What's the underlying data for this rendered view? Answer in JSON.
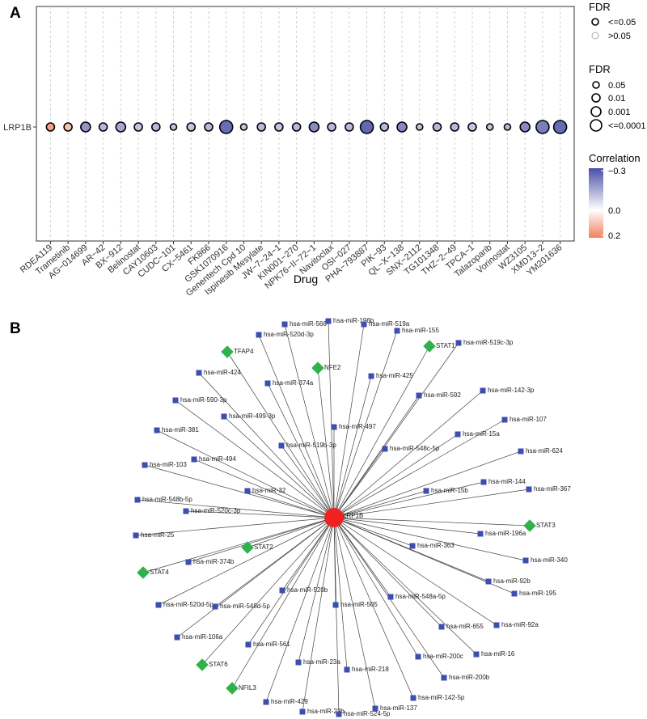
{
  "colors": {
    "neg": "#4a4fa8",
    "mid": "#ffffff",
    "pos": "#f2805f"
  },
  "panels": {
    "a": {
      "label": "A"
    },
    "b": {
      "label": "B"
    }
  },
  "chart_data": [
    {
      "type": "scatter",
      "panel": "A",
      "xlabel": "Drug",
      "ylabel": "",
      "y_categories": [
        "LRP1B"
      ],
      "categories": [
        "RDEA119",
        "Trametinib",
        "AG−014699",
        "AR−42",
        "BX−912",
        "Belinostat",
        "CAY10603",
        "CUDC−101",
        "CX−5461",
        "FK866",
        "GSK1070916",
        "Genentech Cpd 10",
        "Ispinesib Mesylate",
        "JW−7−24−1",
        "KIN001−270",
        "NPK76−II−72−1",
        "Navitoclax",
        "OSI−027",
        "PHA−793887",
        "PIK−93",
        "QL−X−138",
        "SNX−2112",
        "TG101348",
        "THZ−2−49",
        "TPCA−1",
        "Talazoparib",
        "Vorinostat",
        "WZ3105",
        "XMD13−2",
        "YM201636"
      ],
      "series": [
        {
          "correlation": [
            0.15,
            0.1,
            -0.18,
            -0.12,
            -0.15,
            -0.1,
            -0.12,
            -0.1,
            -0.1,
            -0.12,
            -0.25,
            -0.1,
            -0.12,
            -0.1,
            -0.12,
            -0.2,
            -0.12,
            -0.12,
            -0.26,
            -0.12,
            -0.2,
            -0.1,
            -0.12,
            -0.12,
            -0.1,
            -0.1,
            -0.12,
            -0.2,
            -0.22,
            -0.25
          ],
          "fdr_level": [
            "0.01",
            "0.01",
            "0.001",
            "0.01",
            "0.001",
            "0.01",
            "0.01",
            "0.05",
            "0.01",
            "0.01",
            "<=0.0001",
            "0.05",
            "0.01",
            "0.01",
            "0.01",
            "0.001",
            "0.01",
            "0.01",
            "<=0.0001",
            "0.01",
            "0.001",
            "0.05",
            "0.01",
            "0.01",
            "0.01",
            "0.05",
            "0.05",
            "0.001",
            "<=0.0001",
            "<=0.0001"
          ],
          "significance": [
            "<=0.05",
            "<=0.05",
            "<=0.05",
            "<=0.05",
            "<=0.05",
            "<=0.05",
            "<=0.05",
            "<=0.05",
            "<=0.05",
            "<=0.05",
            "<=0.05",
            "<=0.05",
            "<=0.05",
            "<=0.05",
            "<=0.05",
            "<=0.05",
            "<=0.05",
            "<=0.05",
            "<=0.05",
            "<=0.05",
            "<=0.05",
            "<=0.05",
            "<=0.05",
            "<=0.05",
            "<=0.05",
            "<=0.05",
            "<=0.05",
            "<=0.05",
            "<=0.05",
            "<=0.05"
          ]
        }
      ],
      "color_range": [
        -0.3,
        0.2
      ],
      "grid": true,
      "legend": {
        "placement": "right",
        "significance": {
          "title": "FDR",
          "entries": [
            "<=0.05",
            ">0.05"
          ]
        },
        "size": {
          "title": "FDR",
          "entries": [
            "0.05",
            "0.01",
            "0.001",
            "<=0.0001"
          ]
        },
        "color": {
          "title": "Correlation",
          "ticks": [
            "−0.3",
            "0.0",
            "0.2"
          ]
        }
      }
    },
    {
      "type": "network",
      "panel": "B",
      "center": "LRP1B",
      "transcription_factors": [
        "TFAP4",
        "NFE2",
        "STAT1",
        "STAT3",
        "STAT2",
        "STAT4",
        "STAT6",
        "NFIL3"
      ],
      "mirnas": [
        "hsa-miR-196b",
        "hsa-miR-566",
        "hsa-miR-519a",
        "hsa-miR-520d-3p",
        "hsa-miR-155",
        "hsa-miR-424",
        "hsa-miR-374a",
        "hsa-miR-425",
        "hsa-miR-519c-3p",
        "hsa-miR-592",
        "hsa-miR-142-3p",
        "hsa-miR-590-3p",
        "hsa-miR-499-3p",
        "hsa-miR-497",
        "hsa-miR-107",
        "hsa-miR-381",
        "hsa-miR-15a",
        "hsa-miR-548c-5p",
        "hsa-miR-519b-3p",
        "hsa-miR-624",
        "hsa-miR-494",
        "hsa-miR-103",
        "hsa-miR-144",
        "hsa-miR-15b",
        "hsa-miR-367",
        "hsa-miR-32",
        "hsa-miR-548b-5p",
        "hsa-miR-520c-3p",
        "hsa-miR-25",
        "hsa-miR-196a",
        "hsa-miR-363",
        "hsa-miR-340",
        "hsa-miR-374b",
        "hsa-miR-92b",
        "hsa-miR-195",
        "hsa-miR-520b",
        "hsa-miR-548a-5p",
        "hsa-miR-520d-5p",
        "hsa-miR-548d-5p",
        "hsa-miR-505",
        "hsa-miR-655",
        "hsa-miR-92a",
        "hsa-miR-106a",
        "hsa-miR-16",
        "hsa-miR-561",
        "hsa-miR-200c",
        "hsa-miR-23a",
        "hsa-miR-218",
        "hsa-miR-200b",
        "hsa-miR-142-5p",
        "hsa-miR-429",
        "hsa-miR-137",
        "hsa-miR-23b",
        "hsa-miR-524-5p"
      ]
    }
  ]
}
